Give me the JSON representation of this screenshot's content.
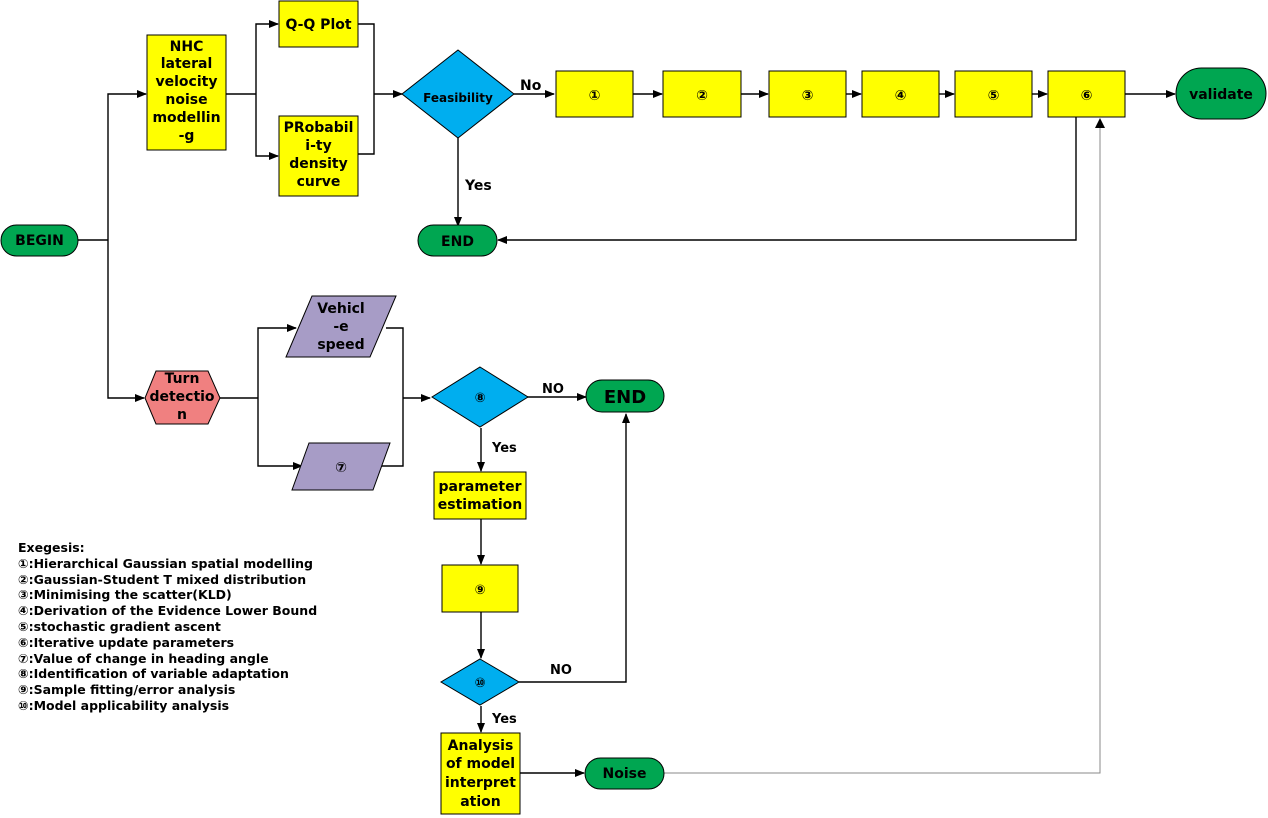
{
  "nodes": {
    "begin": "BEGIN",
    "nhc": [
      "NHC",
      "lateral",
      "velocity",
      "noise",
      "modellin",
      "-g"
    ],
    "qq": "Q-Q Plot",
    "pdf": [
      "PRobabil",
      "i-ty",
      "density",
      "curve"
    ],
    "feasibility": "Feasibility",
    "no_top": "No",
    "yes_top": "Yes",
    "end_top": "END",
    "steps": [
      "①",
      "②",
      "③",
      "④",
      "⑤",
      "⑥"
    ],
    "validate": "validate",
    "turn": [
      "Turn",
      "detectio",
      "n"
    ],
    "vehicle_speed": [
      "Vehicl",
      "-e",
      "speed"
    ],
    "seven": "⑦",
    "eight": "⑧",
    "no_mid": "NO",
    "end_mid": "END",
    "yes_mid": "Yes",
    "param": [
      "parameter",
      "estimation"
    ],
    "nine": "⑨",
    "ten": "⑩",
    "no_low": "NO",
    "yes_low": "Yes",
    "analysis": [
      "Analysis",
      "of model",
      "interpret",
      "ation"
    ],
    "noise": "Noise"
  },
  "legend": {
    "title": "Exegesis:",
    "items": [
      "①:Hierarchical Gaussian spatial modelling",
      "②:Gaussian-Student T mixed distribution",
      "③:Minimising the scatter(KLD)",
      "④:Derivation of the Evidence Lower Bound",
      "⑤:stochastic gradient ascent",
      "⑥:Iterative update parameters",
      "⑦:Value of change in heading angle",
      "⑧:Identification of variable adaptation",
      "⑨:Sample fitting/error analysis",
      "⑩:Model applicability analysis"
    ]
  },
  "colors": {
    "process": "#ffff00",
    "terminal": "#00a651",
    "decision": "#00aeef",
    "input": "#a79cc6",
    "preparation": "#f08080"
  }
}
